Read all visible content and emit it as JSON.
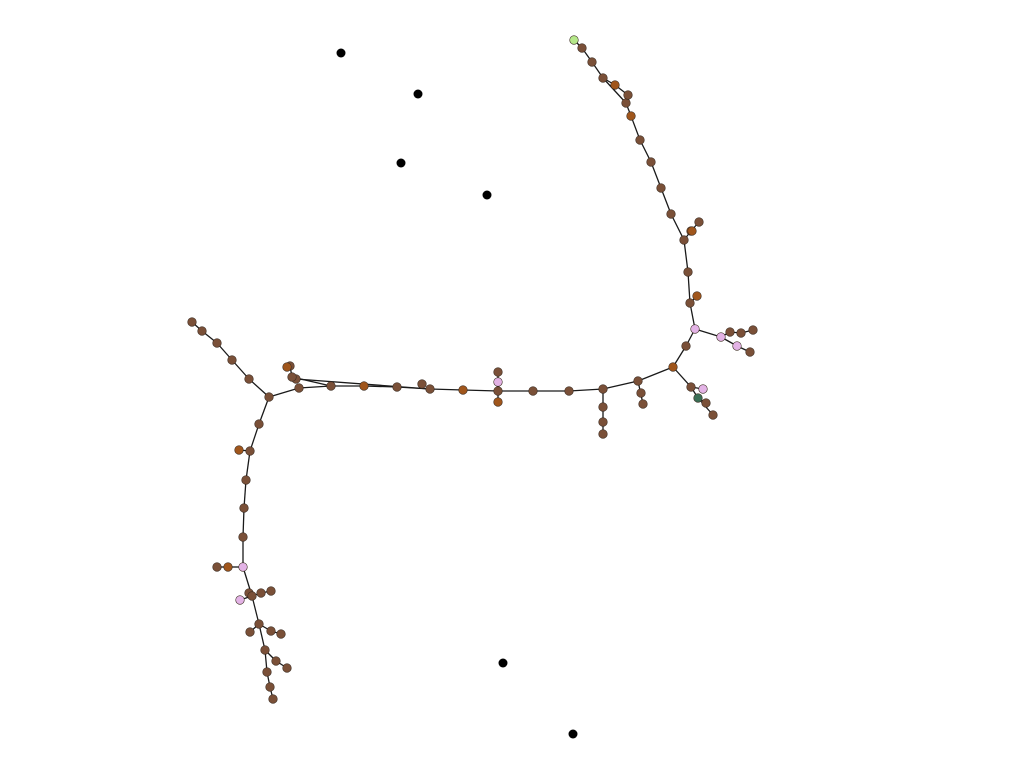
{
  "palette": {
    "node-brown": "#7a5038",
    "node-orange": "#a0561c",
    "node-pink": "#e3b3e6",
    "node-lime": "#b5e88a",
    "node-green": "#3a6e55",
    "isolated": "#000000",
    "edge": "#1a1a1a"
  },
  "graph": {
    "nodes": [
      {
        "id": "hub-a",
        "color": "node-brown"
      },
      {
        "id": "n1",
        "color": "node-brown"
      },
      {
        "id": "n2",
        "color": "node-brown"
      },
      {
        "id": "n3",
        "color": "node-orange"
      },
      {
        "id": "n4",
        "color": "node-brown"
      },
      {
        "id": "n5",
        "color": "node-brown"
      },
      {
        "id": "n6",
        "color": "node-brown"
      },
      {
        "id": "n7",
        "color": "node-orange"
      },
      {
        "id": "n8",
        "color": "node-brown"
      },
      {
        "id": "n9",
        "color": "node-brown"
      },
      {
        "id": "n10",
        "color": "node-brown"
      },
      {
        "id": "n11",
        "color": "node-brown"
      },
      {
        "id": "n12",
        "color": "node-brown"
      },
      {
        "id": "n13",
        "color": "node-orange"
      },
      {
        "id": "n14",
        "color": "node-orange"
      },
      {
        "id": "n15",
        "color": "node-brown"
      },
      {
        "id": "n16",
        "color": "node-orange"
      },
      {
        "id": "n17",
        "color": "node-brown"
      },
      {
        "id": "n18",
        "color": "node-pink"
      },
      {
        "id": "n19",
        "color": "node-brown"
      },
      {
        "id": "n20",
        "color": "node-brown"
      },
      {
        "id": "n21",
        "color": "node-brown"
      },
      {
        "id": "n22",
        "color": "node-brown"
      },
      {
        "id": "n23",
        "color": "node-brown"
      },
      {
        "id": "n24",
        "color": "node-brown"
      },
      {
        "id": "n25",
        "color": "node-brown"
      },
      {
        "id": "n26",
        "color": "node-orange"
      },
      {
        "id": "n27",
        "color": "node-brown"
      },
      {
        "id": "hub-b",
        "color": "node-brown"
      },
      {
        "id": "n28",
        "color": "node-pink"
      },
      {
        "id": "n29",
        "color": "node-brown"
      },
      {
        "id": "n30",
        "color": "node-orange"
      },
      {
        "id": "n31",
        "color": "node-brown"
      },
      {
        "id": "n32",
        "color": "node-brown"
      },
      {
        "id": "n33",
        "color": "node-orange"
      },
      {
        "id": "n34",
        "color": "node-brown"
      },
      {
        "id": "n35",
        "color": "node-brown"
      },
      {
        "id": "n36",
        "color": "node-brown"
      },
      {
        "id": "n37",
        "color": "node-brown"
      },
      {
        "id": "n38",
        "color": "node-orange"
      },
      {
        "id": "n39",
        "color": "node-brown"
      },
      {
        "id": "n40",
        "color": "node-brown"
      },
      {
        "id": "n41",
        "color": "node-brown"
      },
      {
        "id": "n42",
        "color": "node-brown"
      },
      {
        "id": "n43",
        "color": "node-lime"
      },
      {
        "id": "n44",
        "color": "node-brown"
      },
      {
        "id": "n45",
        "color": "node-orange"
      },
      {
        "id": "n46",
        "color": "node-brown"
      },
      {
        "id": "n47",
        "color": "node-pink"
      },
      {
        "id": "n48",
        "color": "node-brown"
      },
      {
        "id": "n49",
        "color": "node-brown"
      },
      {
        "id": "n50",
        "color": "node-brown"
      },
      {
        "id": "n51",
        "color": "node-pink"
      },
      {
        "id": "n52",
        "color": "node-brown"
      },
      {
        "id": "n53",
        "color": "node-brown"
      },
      {
        "id": "n54",
        "color": "node-pink"
      },
      {
        "id": "n55",
        "color": "node-green"
      },
      {
        "id": "n56",
        "color": "node-brown"
      },
      {
        "id": "n57",
        "color": "node-brown"
      },
      {
        "id": "n58",
        "color": "node-brown"
      },
      {
        "id": "n59",
        "color": "node-brown"
      },
      {
        "id": "n60",
        "color": "node-brown"
      },
      {
        "id": "n61",
        "color": "node-brown"
      },
      {
        "id": "n62",
        "color": "node-brown"
      },
      {
        "id": "n63",
        "color": "node-orange"
      },
      {
        "id": "n64",
        "color": "node-brown"
      },
      {
        "id": "n65",
        "color": "node-brown"
      },
      {
        "id": "n66",
        "color": "node-brown"
      },
      {
        "id": "n67",
        "color": "node-brown"
      },
      {
        "id": "n68",
        "color": "node-orange"
      },
      {
        "id": "n69",
        "color": "node-brown"
      },
      {
        "id": "n70",
        "color": "node-brown"
      },
      {
        "id": "n71",
        "color": "node-brown"
      },
      {
        "id": "n72",
        "color": "node-brown"
      },
      {
        "id": "n73",
        "color": "node-brown"
      },
      {
        "id": "n74",
        "color": "node-pink"
      },
      {
        "id": "n75",
        "color": "node-brown"
      },
      {
        "id": "n76",
        "color": "node-brown"
      },
      {
        "id": "n77",
        "color": "node-brown"
      },
      {
        "id": "n78",
        "color": "node-orange"
      },
      {
        "id": "n79",
        "color": "node-brown"
      },
      {
        "id": "n80",
        "color": "node-brown"
      },
      {
        "id": "n81",
        "color": "node-pink"
      },
      {
        "id": "n82",
        "color": "node-brown"
      },
      {
        "id": "n83",
        "color": "node-brown"
      },
      {
        "id": "n84",
        "color": "node-brown"
      },
      {
        "id": "n85",
        "color": "node-brown"
      },
      {
        "id": "n86",
        "color": "node-brown"
      },
      {
        "id": "n87",
        "color": "node-brown"
      },
      {
        "id": "n88",
        "color": "node-brown"
      },
      {
        "id": "n89",
        "color": "node-brown"
      },
      {
        "id": "n90",
        "color": "node-brown"
      },
      {
        "id": "n91",
        "color": "node-brown"
      },
      {
        "id": "n92",
        "color": "node-orange"
      },
      {
        "id": "n93",
        "color": "node-brown"
      },
      {
        "id": "iso-1",
        "color": "isolated"
      },
      {
        "id": "iso-2",
        "color": "isolated"
      },
      {
        "id": "iso-3",
        "color": "isolated"
      },
      {
        "id": "iso-4",
        "color": "isolated"
      },
      {
        "id": "iso-5",
        "color": "isolated"
      },
      {
        "id": "iso-6",
        "color": "isolated"
      }
    ],
    "edges": [
      [
        "hub-a",
        "n1"
      ],
      [
        "n1",
        "n2"
      ],
      [
        "n2",
        "n3"
      ],
      [
        "n3",
        "n4"
      ],
      [
        "n4",
        "n5"
      ],
      [
        "n5",
        "n6"
      ],
      [
        "n6",
        "n7"
      ],
      [
        "n7",
        "n8"
      ],
      [
        "n8",
        "n9"
      ],
      [
        "n9",
        "n10"
      ],
      [
        "n10",
        "n11"
      ],
      [
        "n11",
        "n12"
      ],
      [
        "n12",
        "n13"
      ],
      [
        "n13",
        "n14"
      ],
      [
        "n14",
        "n15"
      ],
      [
        "n15",
        "n16"
      ],
      [
        "n16",
        "n17"
      ],
      [
        "n17",
        "n18"
      ],
      [
        "n18",
        "n19"
      ],
      [
        "n19",
        "n20"
      ],
      [
        "n20",
        "n21"
      ],
      [
        "n21",
        "n22"
      ],
      [
        "n22",
        "n23"
      ],
      [
        "n23",
        "n24"
      ],
      [
        "n24",
        "n25"
      ],
      [
        "n25",
        "n26"
      ],
      [
        "n26",
        "n27"
      ],
      [
        "n27",
        "hub-b"
      ],
      [
        "hub-b",
        "n28"
      ],
      [
        "n28",
        "n29"
      ],
      [
        "n29",
        "n30"
      ],
      [
        "n30",
        "n31"
      ],
      [
        "n31",
        "n32"
      ],
      [
        "n32",
        "n33"
      ],
      [
        "n33",
        "n34"
      ],
      [
        "n34",
        "n35"
      ],
      [
        "n35",
        "n36"
      ],
      [
        "n36",
        "n37"
      ],
      [
        "n37",
        "n38"
      ],
      [
        "n38",
        "n39"
      ],
      [
        "n39",
        "n40"
      ],
      [
        "n40",
        "n41"
      ],
      [
        "n41",
        "n42"
      ],
      [
        "n42",
        "n43"
      ],
      [
        "n28",
        "n44"
      ],
      [
        "n44",
        "n45"
      ],
      [
        "n46",
        "n45"
      ],
      [
        "n34",
        "n92"
      ],
      [
        "n32",
        "n93"
      ],
      [
        "n28",
        "n47"
      ],
      [
        "n47",
        "n48"
      ],
      [
        "n48",
        "n49"
      ],
      [
        "n49",
        "n50"
      ],
      [
        "n47",
        "n51"
      ],
      [
        "n51",
        "n52"
      ],
      [
        "hub-b",
        "n53"
      ],
      [
        "n53",
        "n54"
      ],
      [
        "n53",
        "n55"
      ],
      [
        "n55",
        "n56"
      ],
      [
        "n55",
        "n57"
      ],
      [
        "n25",
        "n58"
      ],
      [
        "n58",
        "n59"
      ],
      [
        "n59",
        "n60"
      ],
      [
        "n26",
        "n61"
      ],
      [
        "n18",
        "n62"
      ],
      [
        "n18",
        "n63"
      ],
      [
        "n14",
        "n64"
      ],
      [
        "n7",
        "n65"
      ],
      [
        "n8",
        "n66"
      ],
      [
        "n6",
        "n67"
      ],
      [
        "n67",
        "n68"
      ],
      [
        "hub-a",
        "n69"
      ],
      [
        "n69",
        "n70"
      ],
      [
        "n70",
        "n71"
      ],
      [
        "n71",
        "n72"
      ],
      [
        "n72",
        "n73"
      ],
      [
        "hub-a",
        "n75"
      ],
      [
        "n75",
        "n76"
      ],
      [
        "n76",
        "n77"
      ],
      [
        "n77",
        "n78"
      ],
      [
        "n78",
        "n79"
      ],
      [
        "n79",
        "n80"
      ],
      [
        "n80",
        "n81"
      ],
      [
        "n81",
        "n82"
      ],
      [
        "n82",
        "n83"
      ],
      [
        "n83",
        "n84"
      ],
      [
        "n84",
        "n85"
      ],
      [
        "n85",
        "n86"
      ],
      [
        "n86",
        "n87"
      ],
      [
        "n87",
        "n88"
      ],
      [
        "n88",
        "n89"
      ],
      [
        "n84",
        "n74"
      ],
      [
        "n85",
        "n90"
      ],
      [
        "n90",
        "n91"
      ],
      [
        "n77",
        "n79b"
      ]
    ]
  }
}
